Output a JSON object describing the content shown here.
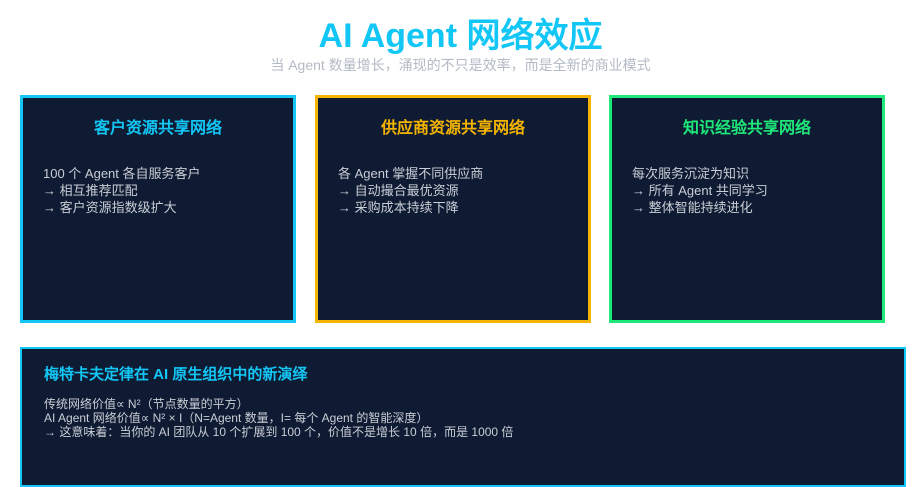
{
  "header": {
    "title": "AI Agent  网络效应",
    "subtitle": "当 Agent 数量增长，涌现的不只是效率，而是全新的商业模式"
  },
  "cards": [
    {
      "title": "客户资源共享网络",
      "color": "#12c6f5",
      "lines": [
        "100 个 Agent 各自服务客户",
        "→ 相互推荐匹配",
        "→ 客户资源指数级扩大"
      ]
    },
    {
      "title": "供应商资源共享网络",
      "color": "#f5b400",
      "lines": [
        "各 Agent 掌握不同供应商",
        "→ 自动撮合最优资源",
        "→ 采购成本持续下降"
      ]
    },
    {
      "title": "知识经验共享网络",
      "color": "#1fe87a",
      "lines": [
        "每次服务沉淀为知识",
        "→ 所有 Agent 共同学习",
        "→ 整体智能持续进化"
      ]
    }
  ],
  "bottom": {
    "title": "梅特卡夫定律在 AI 原生组织中的新演绎",
    "lines": [
      "传统网络价值∝ N²（节点数量的平方）",
      "AI Agent 网络价值∝ N² × I（N=Agent 数量，I= 每个 Agent 的智能深度）",
      "→  这意味着：当你的 AI 团队从 10 个扩展到 100 个，价值不是增长 10 倍，而是 1000 倍"
    ]
  }
}
